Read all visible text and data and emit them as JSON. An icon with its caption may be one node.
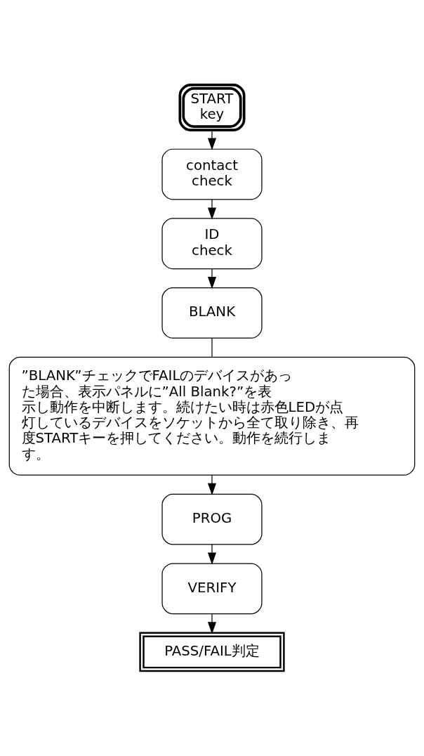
{
  "diagram": {
    "nodes": [
      {
        "text": [
          "START key"
        ]
      },
      {
        "text": [
          "contact check"
        ]
      },
      {
        "text": [
          "ID check"
        ]
      },
      {
        "text": [
          "BLANK"
        ]
      },
      {
        "text": [
          "”BLANK”チェックでFAILのデバイスがあった場合、表示パネルに”All Blank?”を表示し動作を中断します。続けたい時は赤色LEDが点灯しているデバイスをソケットから全て取り除き、再度STARTキーを押してください。動作を続行します。"
        ]
      },
      {
        "text": [
          "PROG"
        ]
      },
      {
        "text": [
          "VERIFY"
        ]
      },
      {
        "text": [
          "PASS/FAIL判定"
        ]
      }
    ],
    "edges": [
      {
        "from": 0,
        "to": 1,
        "arrow": "to"
      },
      {
        "from": 1,
        "to": 2,
        "arrow": "to"
      },
      {
        "from": 2,
        "to": 3,
        "arrow": "to"
      },
      {
        "from": 3,
        "to": 4,
        "arrow": "none"
      },
      {
        "from": 4,
        "to": 5,
        "arrow": "to"
      },
      {
        "from": 5,
        "to": 6,
        "arrow": "to"
      },
      {
        "from": 6,
        "to": 7,
        "arrow": "to"
      }
    ]
  }
}
